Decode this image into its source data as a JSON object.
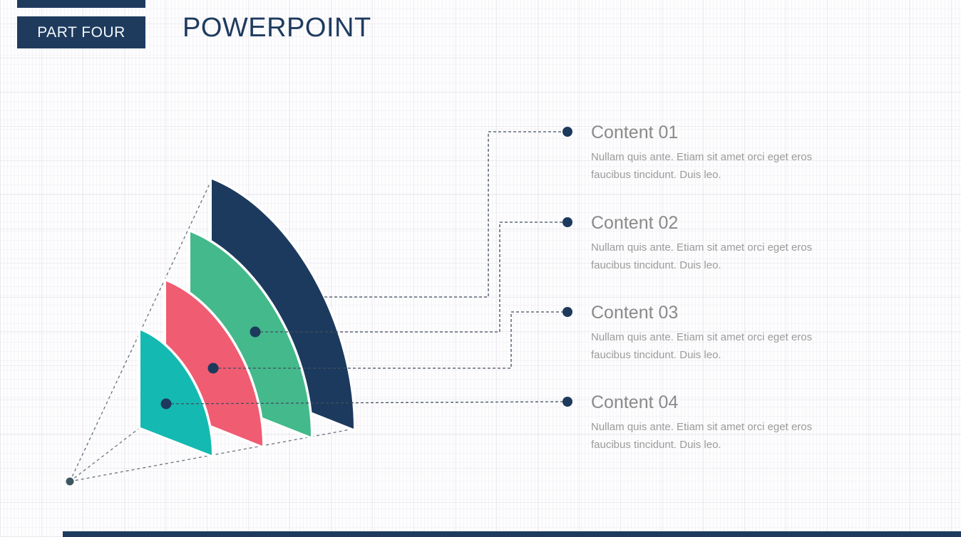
{
  "header": {
    "part_label": "PART FOUR",
    "title": "POWERPOINT"
  },
  "contents": [
    {
      "label": "Content 01",
      "body": "Nullam quis ante. Etiam sit amet orci eget eros faucibus tincidunt. Duis leo."
    },
    {
      "label": "Content 02",
      "body": "Nullam quis ante. Etiam sit amet orci eget eros faucibus tincidunt. Duis leo."
    },
    {
      "label": "Content 03",
      "body": "Nullam quis ante. Etiam sit amet orci eget eros faucibus tincidunt. Duis leo."
    },
    {
      "label": "Content 04",
      "body": "Nullam quis ante. Etiam sit amet orci eget eros faucibus tincidunt. Duis leo."
    }
  ],
  "diagram": {
    "type": "fan-sail-infographic",
    "segments": [
      {
        "name": "sail-navy",
        "rank": 4,
        "color": "#1c3a5e"
      },
      {
        "name": "sail-green",
        "rank": 3,
        "color": "#44b98c"
      },
      {
        "name": "sail-pink",
        "rank": 2,
        "color": "#f05c72"
      },
      {
        "name": "sail-teal",
        "rank": 1,
        "color": "#14bab1"
      }
    ],
    "marker_dot_color": "#1d3a5c",
    "origin_dot_color": "#3c5761",
    "guide_line_color": "#66737c",
    "connector_line_color": "#41505c"
  },
  "colors": {
    "accent_navy": "#1e3b5e",
    "slide_title_text": "#1e3b5e",
    "badge_text": "#f4f8fb",
    "content_title_gray": "#8a8a8a",
    "content_body_gray": "#9b9b9b"
  }
}
